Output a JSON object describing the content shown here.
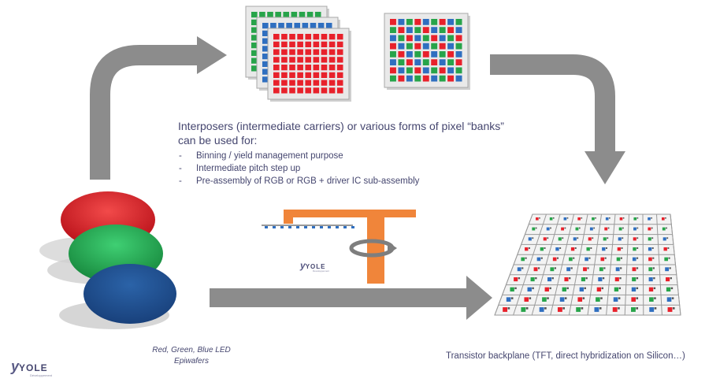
{
  "description": {
    "title_line1": "Interposers (intermediate carriers) or various forms of pixel “banks”",
    "title_line2": "can be used for:",
    "items": [
      "Binning / yield management purpose",
      "Intermediate pitch step up",
      "Pre-assembly of RGB or RGB + driver IC sub-assembly"
    ]
  },
  "captions": {
    "wafers_line1": "Red, Green, Blue LED",
    "wafers_line2": "Epiwafers",
    "backplane": "Transistor backplane (TFT, direct hybridization on Silicon…)"
  },
  "logo": {
    "mark": "y",
    "name": "YOLE",
    "sub": "Développement"
  },
  "colors": {
    "red": "#e8212b",
    "green": "#27a44a",
    "blue": "#2f6fc0",
    "arrow": "#8c8c8c",
    "transfer_tool": "#f0853a",
    "text": "#45466f"
  }
}
